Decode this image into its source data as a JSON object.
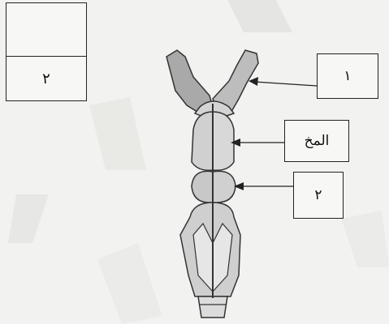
{
  "answer_box": {
    "top_value": "",
    "bottom_value": "٢"
  },
  "labels": {
    "label_1": "١",
    "label_brain": "المخ",
    "label_2": "٢"
  }
}
